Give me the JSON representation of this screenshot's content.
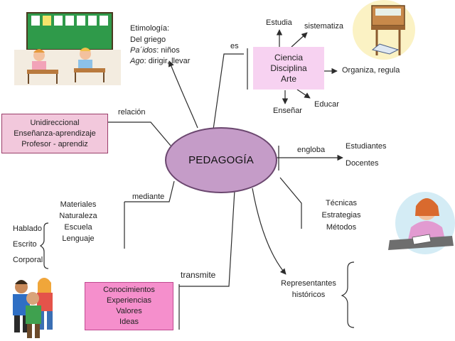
{
  "center": {
    "title": "PEDAGOGÍA"
  },
  "etimologia": {
    "line1": "Etimología:",
    "line2": "Del griego",
    "line3_term": "Pa´idos",
    "line3_rest": ": niños",
    "line4_term": "Ago",
    "line4_rest": ": dirigir, llevar"
  },
  "es": {
    "connector": "es",
    "box_lines": [
      "Ciencia",
      "Disciplina",
      "Arte"
    ],
    "branches": {
      "estudia": "Estudia",
      "sistematiza": "sistematiza",
      "organiza": "Organiza, regula",
      "educar": "Educar",
      "ensenar": "Enseñar"
    }
  },
  "relacion": {
    "connector": "relación",
    "box_lines": [
      "Unidireccional",
      "Enseñanza-aprendizaje",
      "Profesor - aprendiz"
    ]
  },
  "engloba": {
    "connector": "engloba",
    "items": [
      "Estudiantes",
      "Docentes"
    ]
  },
  "metodos": {
    "items": [
      "Técnicas",
      "Estrategias",
      "Métodos"
    ]
  },
  "mediante": {
    "connector": "mediante",
    "items": [
      "Materiales",
      "Naturaleza",
      "Escuela",
      "Lenguaje"
    ],
    "lenguaje_types": [
      "Hablado",
      "Escrito",
      "Corporal"
    ]
  },
  "transmite": {
    "connector": "transmite",
    "box_lines": [
      "Conocimientos",
      "Experiencias",
      "Valores",
      "Ideas"
    ]
  },
  "representantes": {
    "lines": [
      "Representantes",
      "históricos"
    ]
  },
  "colors": {
    "ellipse_fill": "#c59cc8",
    "ellipse_stroke": "#6b476f",
    "box_relacion": "#f2c8dc",
    "box_es": "#f7d2f1",
    "box_transmite": "#f58fcc",
    "lines": "#2c2c2c"
  }
}
